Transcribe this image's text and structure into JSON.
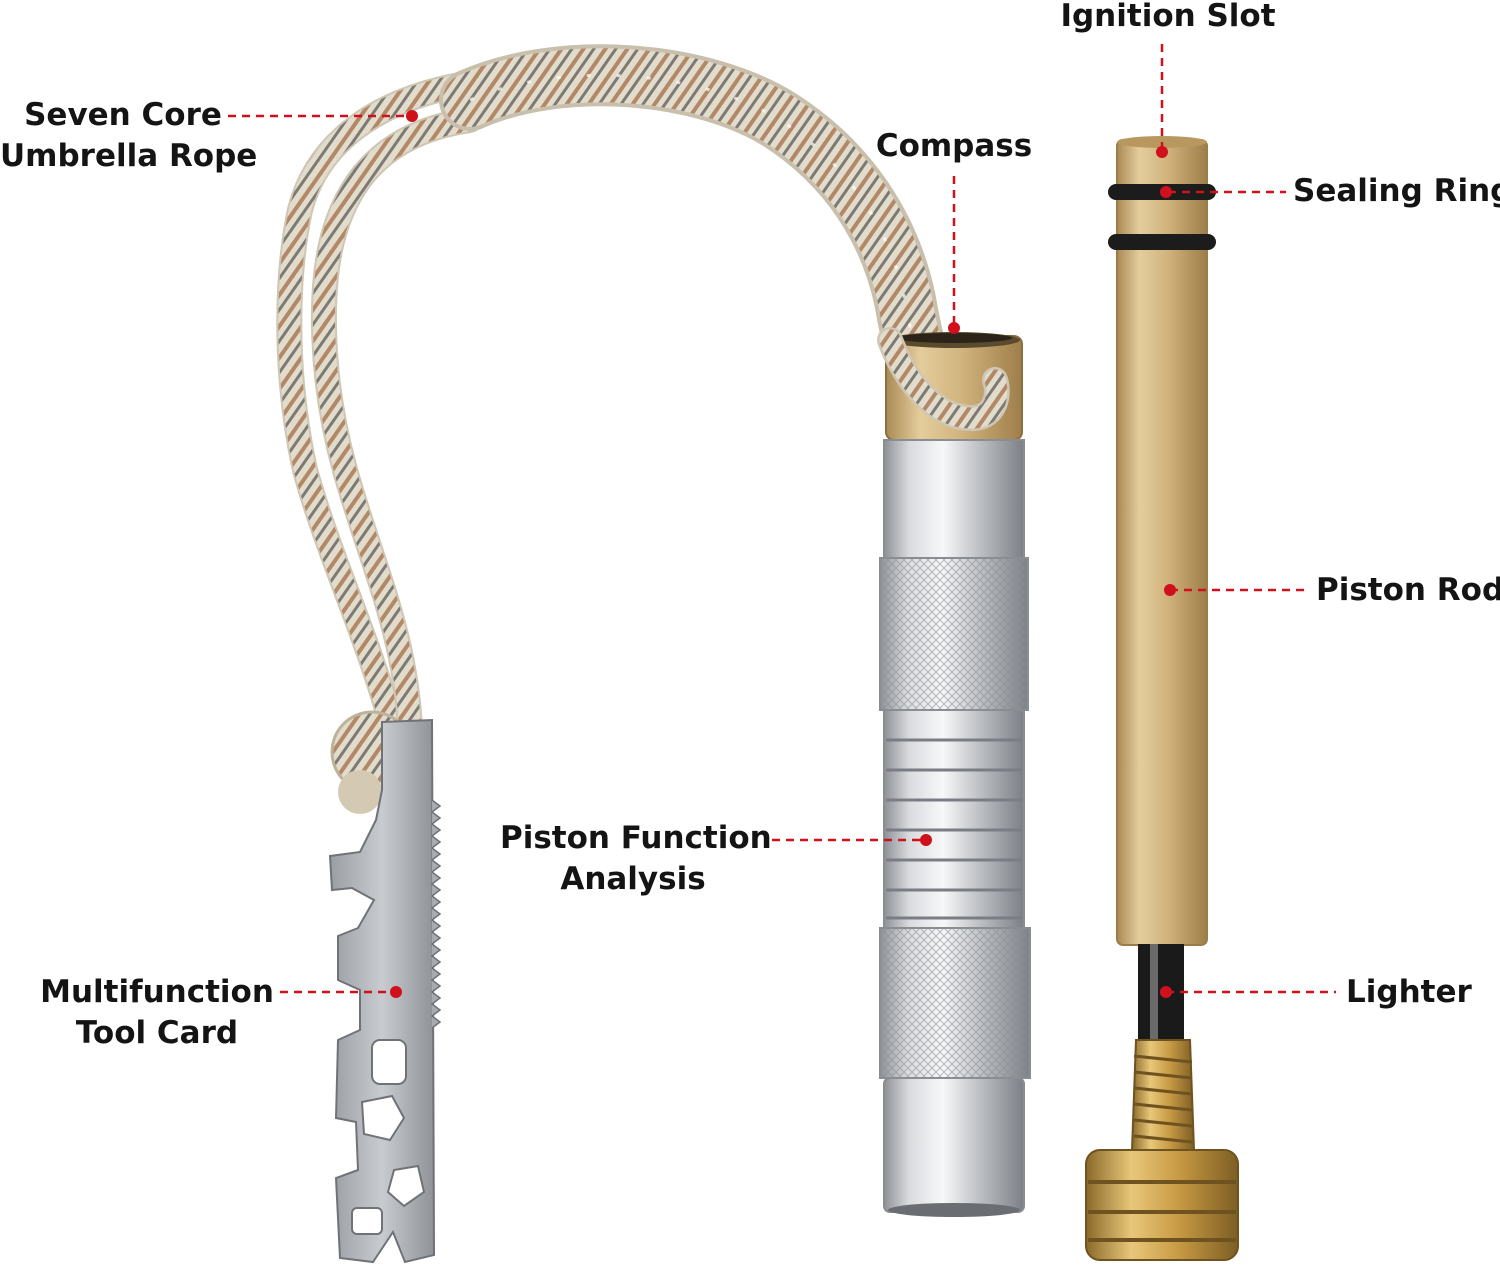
{
  "labels": {
    "rope": {
      "line1": "Seven Core",
      "line2": "Umbrella Rope"
    },
    "compass": "Compass",
    "ignition_slot": "Ignition Slot",
    "sealing_ring": "Sealing Ring",
    "piston_rod": "Piston Rod",
    "piston_function": {
      "line1": "Piston Function",
      "line2": "Analysis"
    },
    "lighter": "Lighter",
    "tool_card": {
      "line1": "Multifunction",
      "line2": "Tool Card"
    }
  },
  "colors": {
    "background": "#ffffff",
    "label_text": "#141414",
    "callout_red": "#d0101b",
    "brass": "#c9a86a",
    "steel": "#cfd2d6",
    "rope_base": "#d9d0c0"
  }
}
